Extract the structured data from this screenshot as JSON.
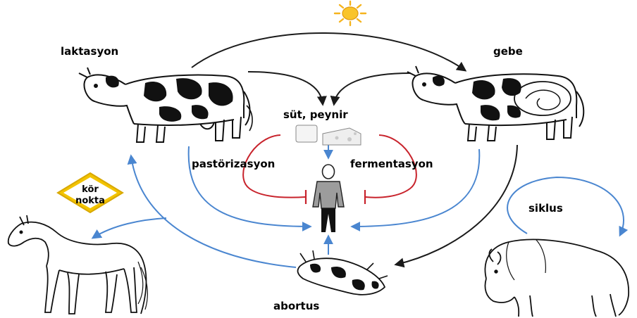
{
  "labels": {
    "lactation": "laktasyon",
    "pregnant": "gebe",
    "products": "süt, peynir",
    "pasteurization": "pastörizasyon",
    "fermentation": "fermentasyon",
    "cycle": "siklus",
    "abortion": "abortus"
  },
  "warning_sign": {
    "line1": "kör",
    "line2": "nokta"
  },
  "colors": {
    "black_arrow": "#1a1a1a",
    "blue_arrow": "#4a86d0",
    "red_inhibit": "#c8232c",
    "sign_fill": "#f2c300",
    "sun": "#f5b31c"
  },
  "icons": {
    "sun": "sun-icon",
    "cow_lactating": "cow-icon",
    "cow_pregnant": "pregnant-cow-icon",
    "horse": "horse-icon",
    "bison": "bison-icon",
    "human": "human-figure-icon",
    "aborted_calf": "aborted-calf-icon",
    "milk_cheese": "milk-cheese-icon"
  }
}
